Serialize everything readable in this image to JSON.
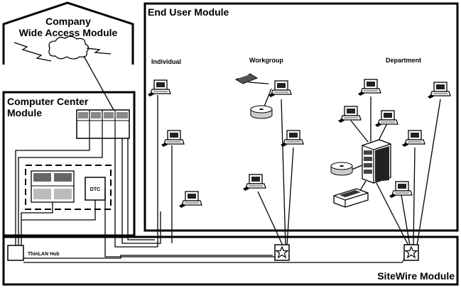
{
  "modules": {
    "company_wide_line1": "Company",
    "company_wide_line2": "Wide Access Module",
    "computer_center_line1": "Computer Center",
    "computer_center_line2": "Module",
    "end_user": "End User Module",
    "sitewire": "SiteWire Module"
  },
  "groups": {
    "individual": "Individual",
    "workgroup": "Workgroup",
    "department": "Department"
  },
  "devices": {
    "dtc": "DTC",
    "thinlan_hub": "ThinLAN Hub"
  }
}
